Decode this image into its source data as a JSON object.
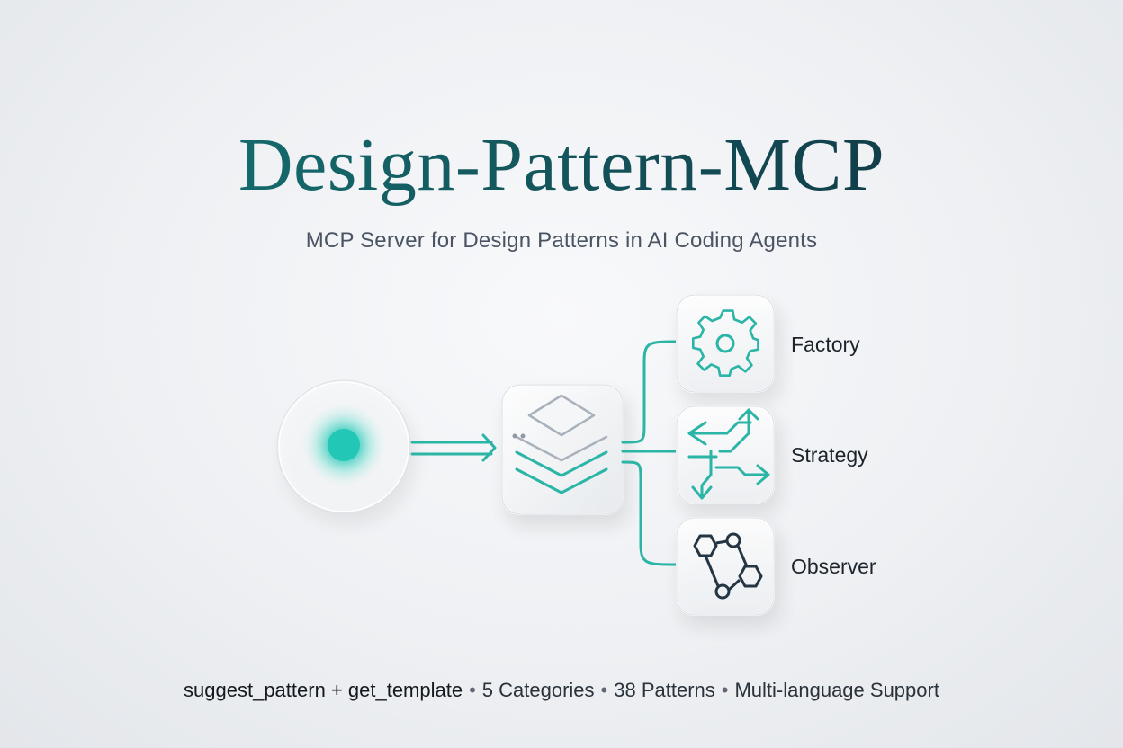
{
  "title": "Design-Pattern-MCP",
  "subtitle": "MCP Server for Design Patterns in AI Coding Agents",
  "patterns": [
    {
      "label": "Factory",
      "icon": "gear-icon"
    },
    {
      "label": "Strategy",
      "icon": "arrows-exchange-icon"
    },
    {
      "label": "Observer",
      "icon": "node-graph-icon"
    }
  ],
  "footer": {
    "tools": "suggest_pattern + get_template",
    "separator": "•",
    "categories": "5 Categories",
    "patterns_count": "38 Patterns",
    "languages": "Multi-language Support"
  },
  "colors": {
    "accent": "#2bbfb0",
    "title_start": "#147a78",
    "title_end": "#0f2e3d",
    "icon_dark": "#243544"
  }
}
